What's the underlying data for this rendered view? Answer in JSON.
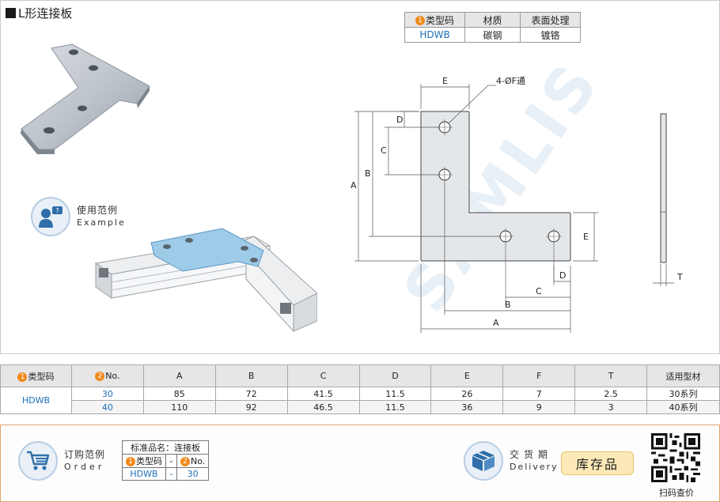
{
  "header": {
    "title": "L形连接板"
  },
  "material_table": {
    "headers": [
      "类型码",
      "材质",
      "表面处理"
    ],
    "header_badge": "1",
    "row": [
      "HDWB",
      "碳钢",
      "镀铬"
    ]
  },
  "example": {
    "label_cn": "使用范例",
    "label_en": "Example"
  },
  "drawing": {
    "hole_note": "4-ØF通",
    "dims": {
      "A": "A",
      "B": "B",
      "C": "C",
      "D": "D",
      "E": "E",
      "T": "T"
    }
  },
  "spec_table": {
    "headers": [
      {
        "badge": "1",
        "label": "类型码"
      },
      {
        "badge": "2",
        "label": "No."
      },
      {
        "label": "A"
      },
      {
        "label": "B"
      },
      {
        "label": "C"
      },
      {
        "label": "D"
      },
      {
        "label": "E"
      },
      {
        "label": "F"
      },
      {
        "label": "T"
      },
      {
        "label": "适用型材"
      }
    ],
    "model": "HDWB",
    "rows": [
      [
        "30",
        "85",
        "72",
        "41.5",
        "11.5",
        "26",
        "7",
        "2.5",
        "30系列"
      ],
      [
        "40",
        "110",
        "92",
        "46.5",
        "11.5",
        "36",
        "9",
        "3",
        "40系列"
      ]
    ]
  },
  "order": {
    "label_cn": "订购范例",
    "label_en": "Order",
    "table_title": "标准品名：连接板",
    "col1_badge": "1",
    "col1": "类型码",
    "sep": "-",
    "col2_badge": "2",
    "col2": "No.",
    "val1": "HDWB",
    "val2": "30"
  },
  "delivery": {
    "label_cn": "交货期",
    "label_en": "Delivery",
    "badge": "库存品"
  },
  "qr": {
    "label": "扫码查价"
  },
  "colors": {
    "accent_blue": "#1f6fb8",
    "badge_orange": "#f08a1c",
    "panel_border": "#e3a46a",
    "stock_bg": "#fbe9b7"
  }
}
